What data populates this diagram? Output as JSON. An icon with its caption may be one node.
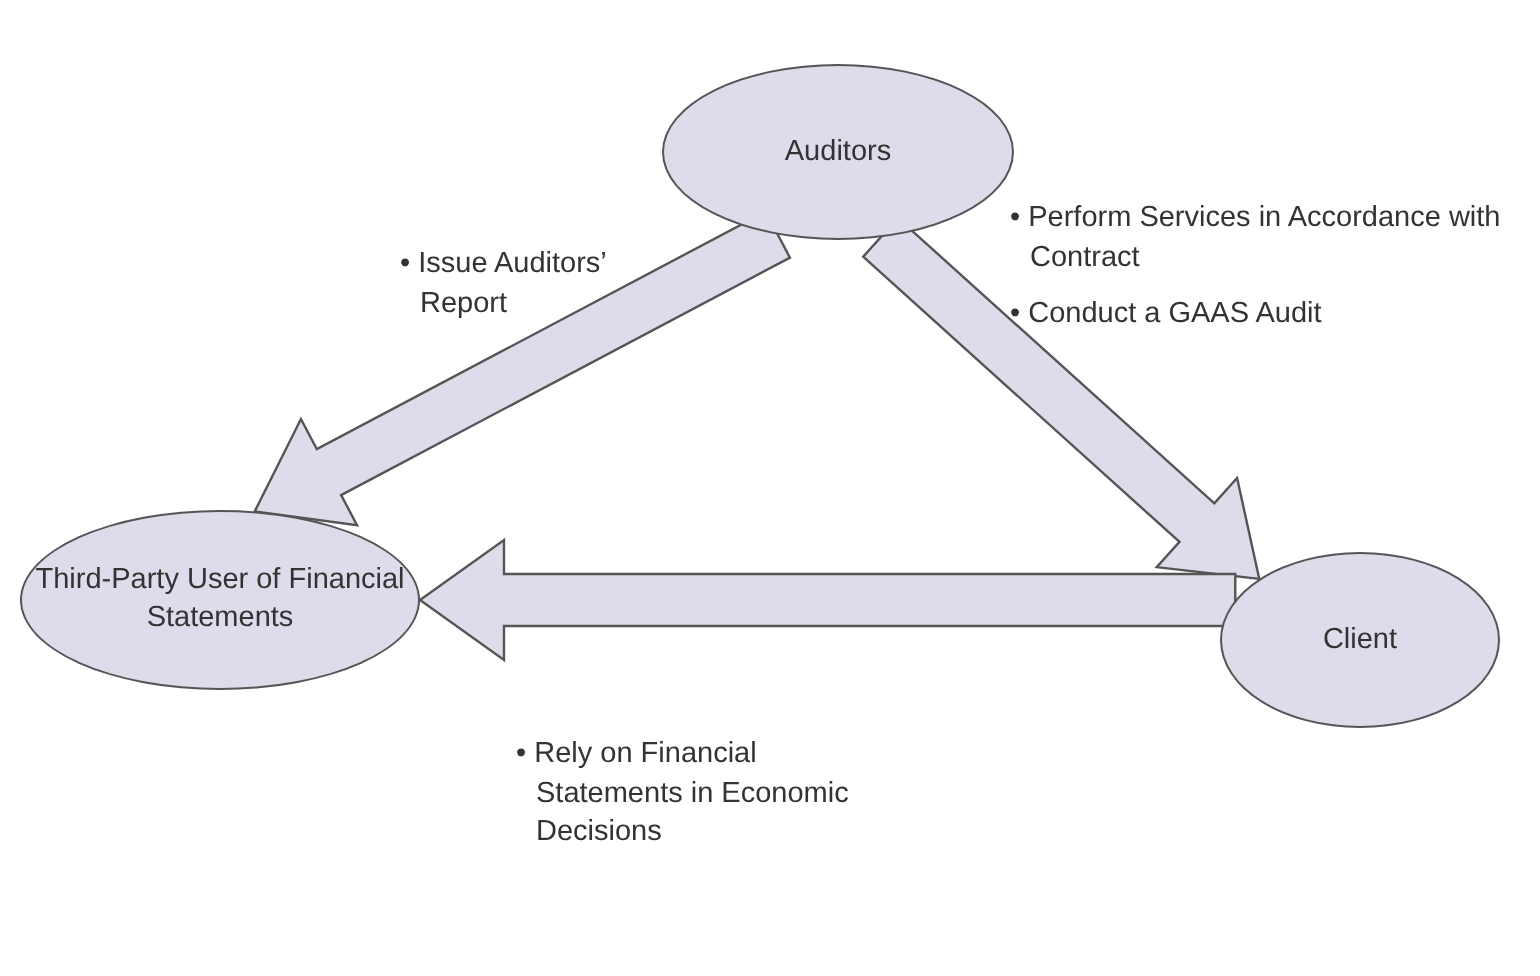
{
  "diagram": {
    "nodes": [
      {
        "text": [
          "Auditors"
        ]
      },
      {
        "text": [
          "Third-Party User of Financial Statements"
        ]
      },
      {
        "text": [
          "Client"
        ]
      }
    ],
    "edges": [
      {
        "from": 0,
        "to": 1,
        "arrow": "to"
      },
      {
        "from": 0,
        "to": 2,
        "arrow": "to"
      },
      {
        "from": 2,
        "to": 1,
        "arrow": "to"
      }
    ],
    "labels": [
      "• Issue Auditors’ Report",
      "• Perform Services in Accordance with Contract",
      "• Conduct a GAAS Audit",
      "• Rely on Financial Statements in Economic Decisions"
    ]
  }
}
